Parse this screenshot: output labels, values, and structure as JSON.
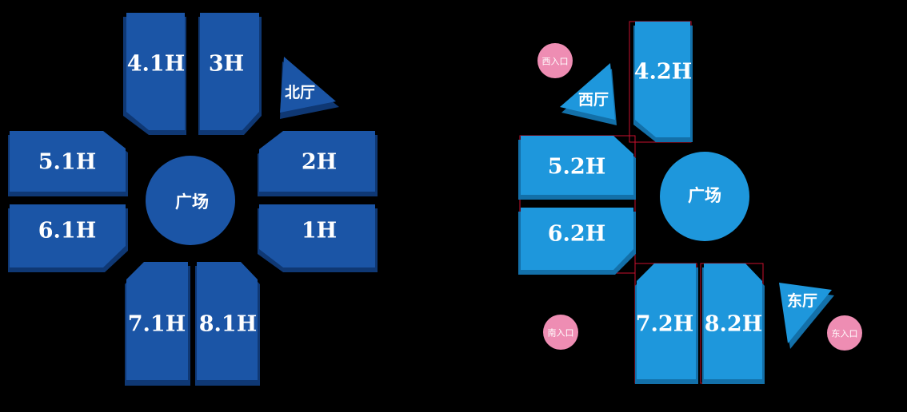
{
  "colors": {
    "background": "#000000",
    "phase1_face": "#1b55a6",
    "phase1_shadow": "#0f3874",
    "phase2_face": "#1e97dc",
    "phase2_shadow": "#1370a9",
    "entrance": "#ee8db3",
    "outline": "#c8102e"
  },
  "phase1": {
    "halls": {
      "h41": "4.1H",
      "h3": "3H",
      "h51": "5.1H",
      "h2": "2H",
      "h61": "6.1H",
      "h1": "1H",
      "h71": "7.1H",
      "h81": "8.1H"
    },
    "plaza": "广场",
    "north_hall": "北厅"
  },
  "phase2": {
    "halls": {
      "h42": "4.2H",
      "h52": "5.2H",
      "h62": "6.2H",
      "h72": "7.2H",
      "h82": "8.2H"
    },
    "plaza": "广场",
    "west_hall": "西厅",
    "east_hall": "东厅",
    "entrances": {
      "west": "西入口",
      "south": "南入口",
      "east": "东入口"
    }
  }
}
